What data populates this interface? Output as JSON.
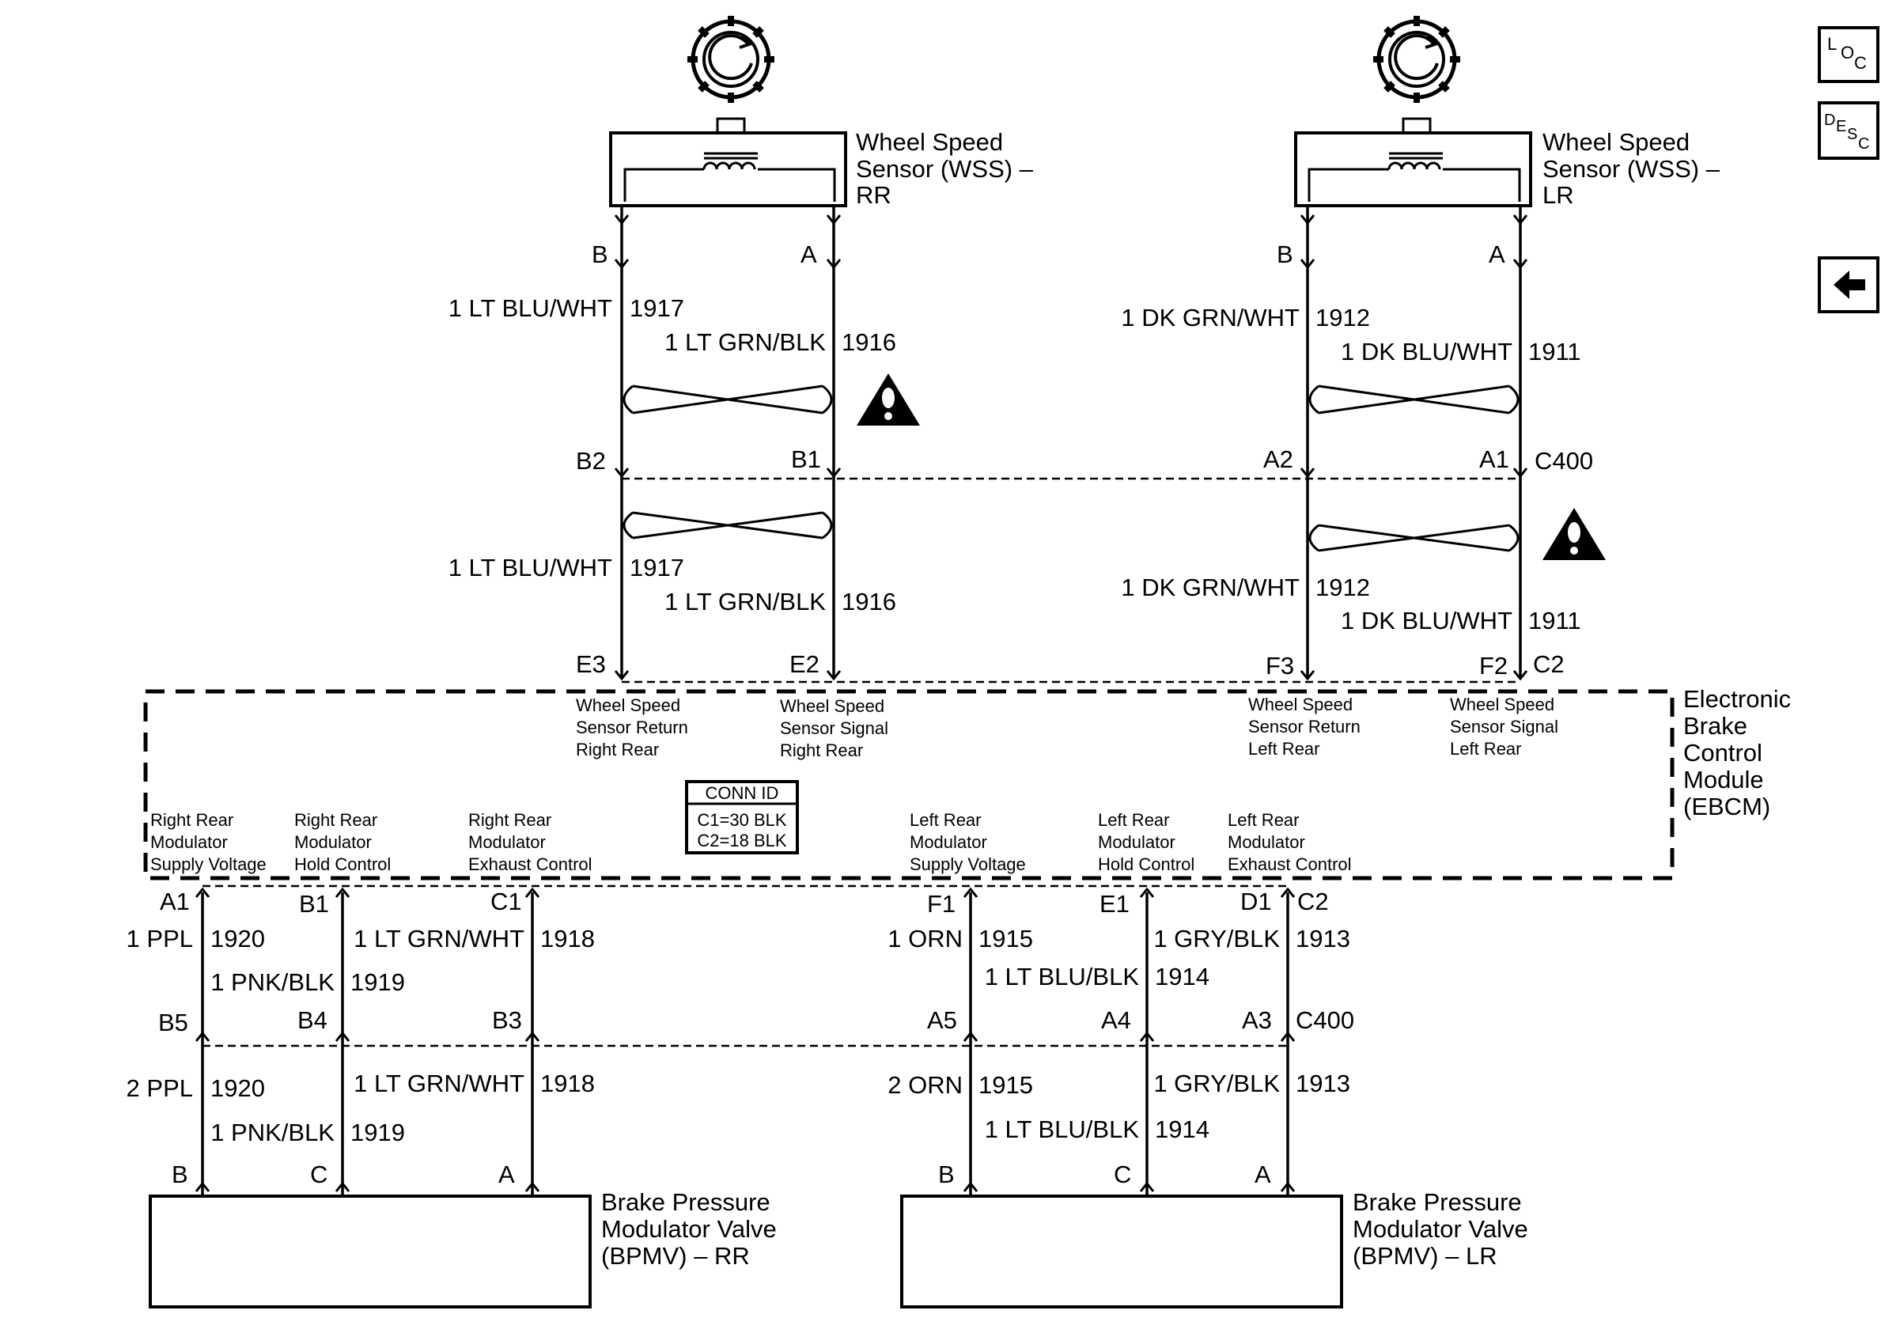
{
  "nav": {
    "loc": {
      "a": "L",
      "b": "O",
      "c": "C"
    },
    "desc": {
      "a": "D",
      "b": "E",
      "c": "S",
      "d": "C"
    }
  },
  "sensors": {
    "rr": {
      "line1": "Wheel Speed",
      "line2": "Sensor (WSS) –",
      "line3": "RR",
      "pin_b": "B",
      "pin_a": "A"
    },
    "lr": {
      "line1": "Wheel Speed",
      "line2": "Sensor (WSS) –",
      "line3": "LR",
      "pin_b": "B",
      "pin_a": "A"
    }
  },
  "upper_wires": {
    "rr_b": {
      "color": "1 LT BLU/WHT",
      "circuit": "1917"
    },
    "rr_a": {
      "color": "1 LT GRN/BLK",
      "circuit": "1916"
    },
    "lr_b": {
      "color": "1 DK GRN/WHT",
      "circuit": "1912"
    },
    "lr_a": {
      "color": "1 DK BLU/WHT",
      "circuit": "1911"
    }
  },
  "c400_upper": {
    "b2": "B2",
    "b1": "B1",
    "a2": "A2",
    "a1": "A1",
    "name": "C400"
  },
  "mid_wires": {
    "rr_b": {
      "color": "1 LT BLU/WHT",
      "circuit": "1917"
    },
    "rr_a": {
      "color": "1 LT GRN/BLK",
      "circuit": "1916"
    },
    "lr_b": {
      "color": "1 DK GRN/WHT",
      "circuit": "1912"
    },
    "lr_a": {
      "color": "1 DK BLU/WHT",
      "circuit": "1911"
    }
  },
  "ebcm_top_pins": {
    "e3": "E3",
    "e2": "E2",
    "f3": "F3",
    "f2": "F2",
    "conn": "C2"
  },
  "ebcm": {
    "title1": "Electronic",
    "title2": "Brake",
    "title3": "Control",
    "title4": "Module",
    "title5": "(EBCM)",
    "conn_id": {
      "title": "CONN ID",
      "c1": "C1=30 BLK",
      "c2": "C2=18 BLK"
    },
    "signals_top": [
      {
        "l1": "Wheel Speed",
        "l2": "Sensor Return",
        "l3": "Right Rear"
      },
      {
        "l1": "Wheel Speed",
        "l2": "Sensor Signal",
        "l3": "Right Rear"
      },
      {
        "l1": "Wheel Speed",
        "l2": "Sensor Return",
        "l3": "Left Rear"
      },
      {
        "l1": "Wheel Speed",
        "l2": "Sensor Signal",
        "l3": "Left Rear"
      }
    ],
    "signals_bottom": [
      {
        "l1": "Right Rear",
        "l2": "Modulator",
        "l3": "Supply Voltage"
      },
      {
        "l1": "Right Rear",
        "l2": "Modulator",
        "l3": "Hold Control"
      },
      {
        "l1": "Right Rear",
        "l2": "Modulator",
        "l3": "Exhaust Control"
      },
      {
        "l1": "Left Rear",
        "l2": "Modulator",
        "l3": "Supply Voltage"
      },
      {
        "l1": "Left Rear",
        "l2": "Modulator",
        "l3": "Hold Control"
      },
      {
        "l1": "Left Rear",
        "l2": "Modulator",
        "l3": "Exhaust Control"
      }
    ]
  },
  "ebcm_bottom_pins": {
    "a1": "A1",
    "b1": "B1",
    "c1": "C1",
    "f1": "F1",
    "e1": "E1",
    "d1": "D1",
    "conn": "C2"
  },
  "lower_wires_1": {
    "ppl": {
      "color": "1 PPL",
      "circuit": "1920"
    },
    "pnk": {
      "color": "1 PNK/BLK",
      "circuit": "1919"
    },
    "ltgrn": {
      "color": "1 LT GRN/WHT",
      "circuit": "1918"
    },
    "orn": {
      "color": "1 ORN",
      "circuit": "1915"
    },
    "ltblu": {
      "color": "1 LT BLU/BLK",
      "circuit": "1914"
    },
    "gry": {
      "color": "1 GRY/BLK",
      "circuit": "1913"
    }
  },
  "c400_lower": {
    "b5": "B5",
    "b4": "B4",
    "b3": "B3",
    "a5": "A5",
    "a4": "A4",
    "a3": "A3",
    "name": "C400"
  },
  "lower_wires_2": {
    "ppl": {
      "color": "2 PPL",
      "circuit": "1920"
    },
    "pnk": {
      "color": "1 PNK/BLK",
      "circuit": "1919"
    },
    "ltgrn": {
      "color": "1 LT GRN/WHT",
      "circuit": "1918"
    },
    "orn": {
      "color": "2 ORN",
      "circuit": "1915"
    },
    "ltblu": {
      "color": "1 LT BLU/BLK",
      "circuit": "1914"
    },
    "gry": {
      "color": "1 GRY/BLK",
      "circuit": "1913"
    }
  },
  "bpmv_pins": {
    "rr_b": "B",
    "rr_c": "C",
    "rr_a": "A",
    "lr_b": "B",
    "lr_c": "C",
    "lr_a": "A"
  },
  "bpmv": {
    "rr": {
      "line1": "Brake Pressure",
      "line2": "Modulator Valve",
      "line3": "(BPMV) – RR"
    },
    "lr": {
      "line1": "Brake Pressure",
      "line2": "Modulator Valve",
      "line3": "(BPMV) – LR"
    }
  }
}
